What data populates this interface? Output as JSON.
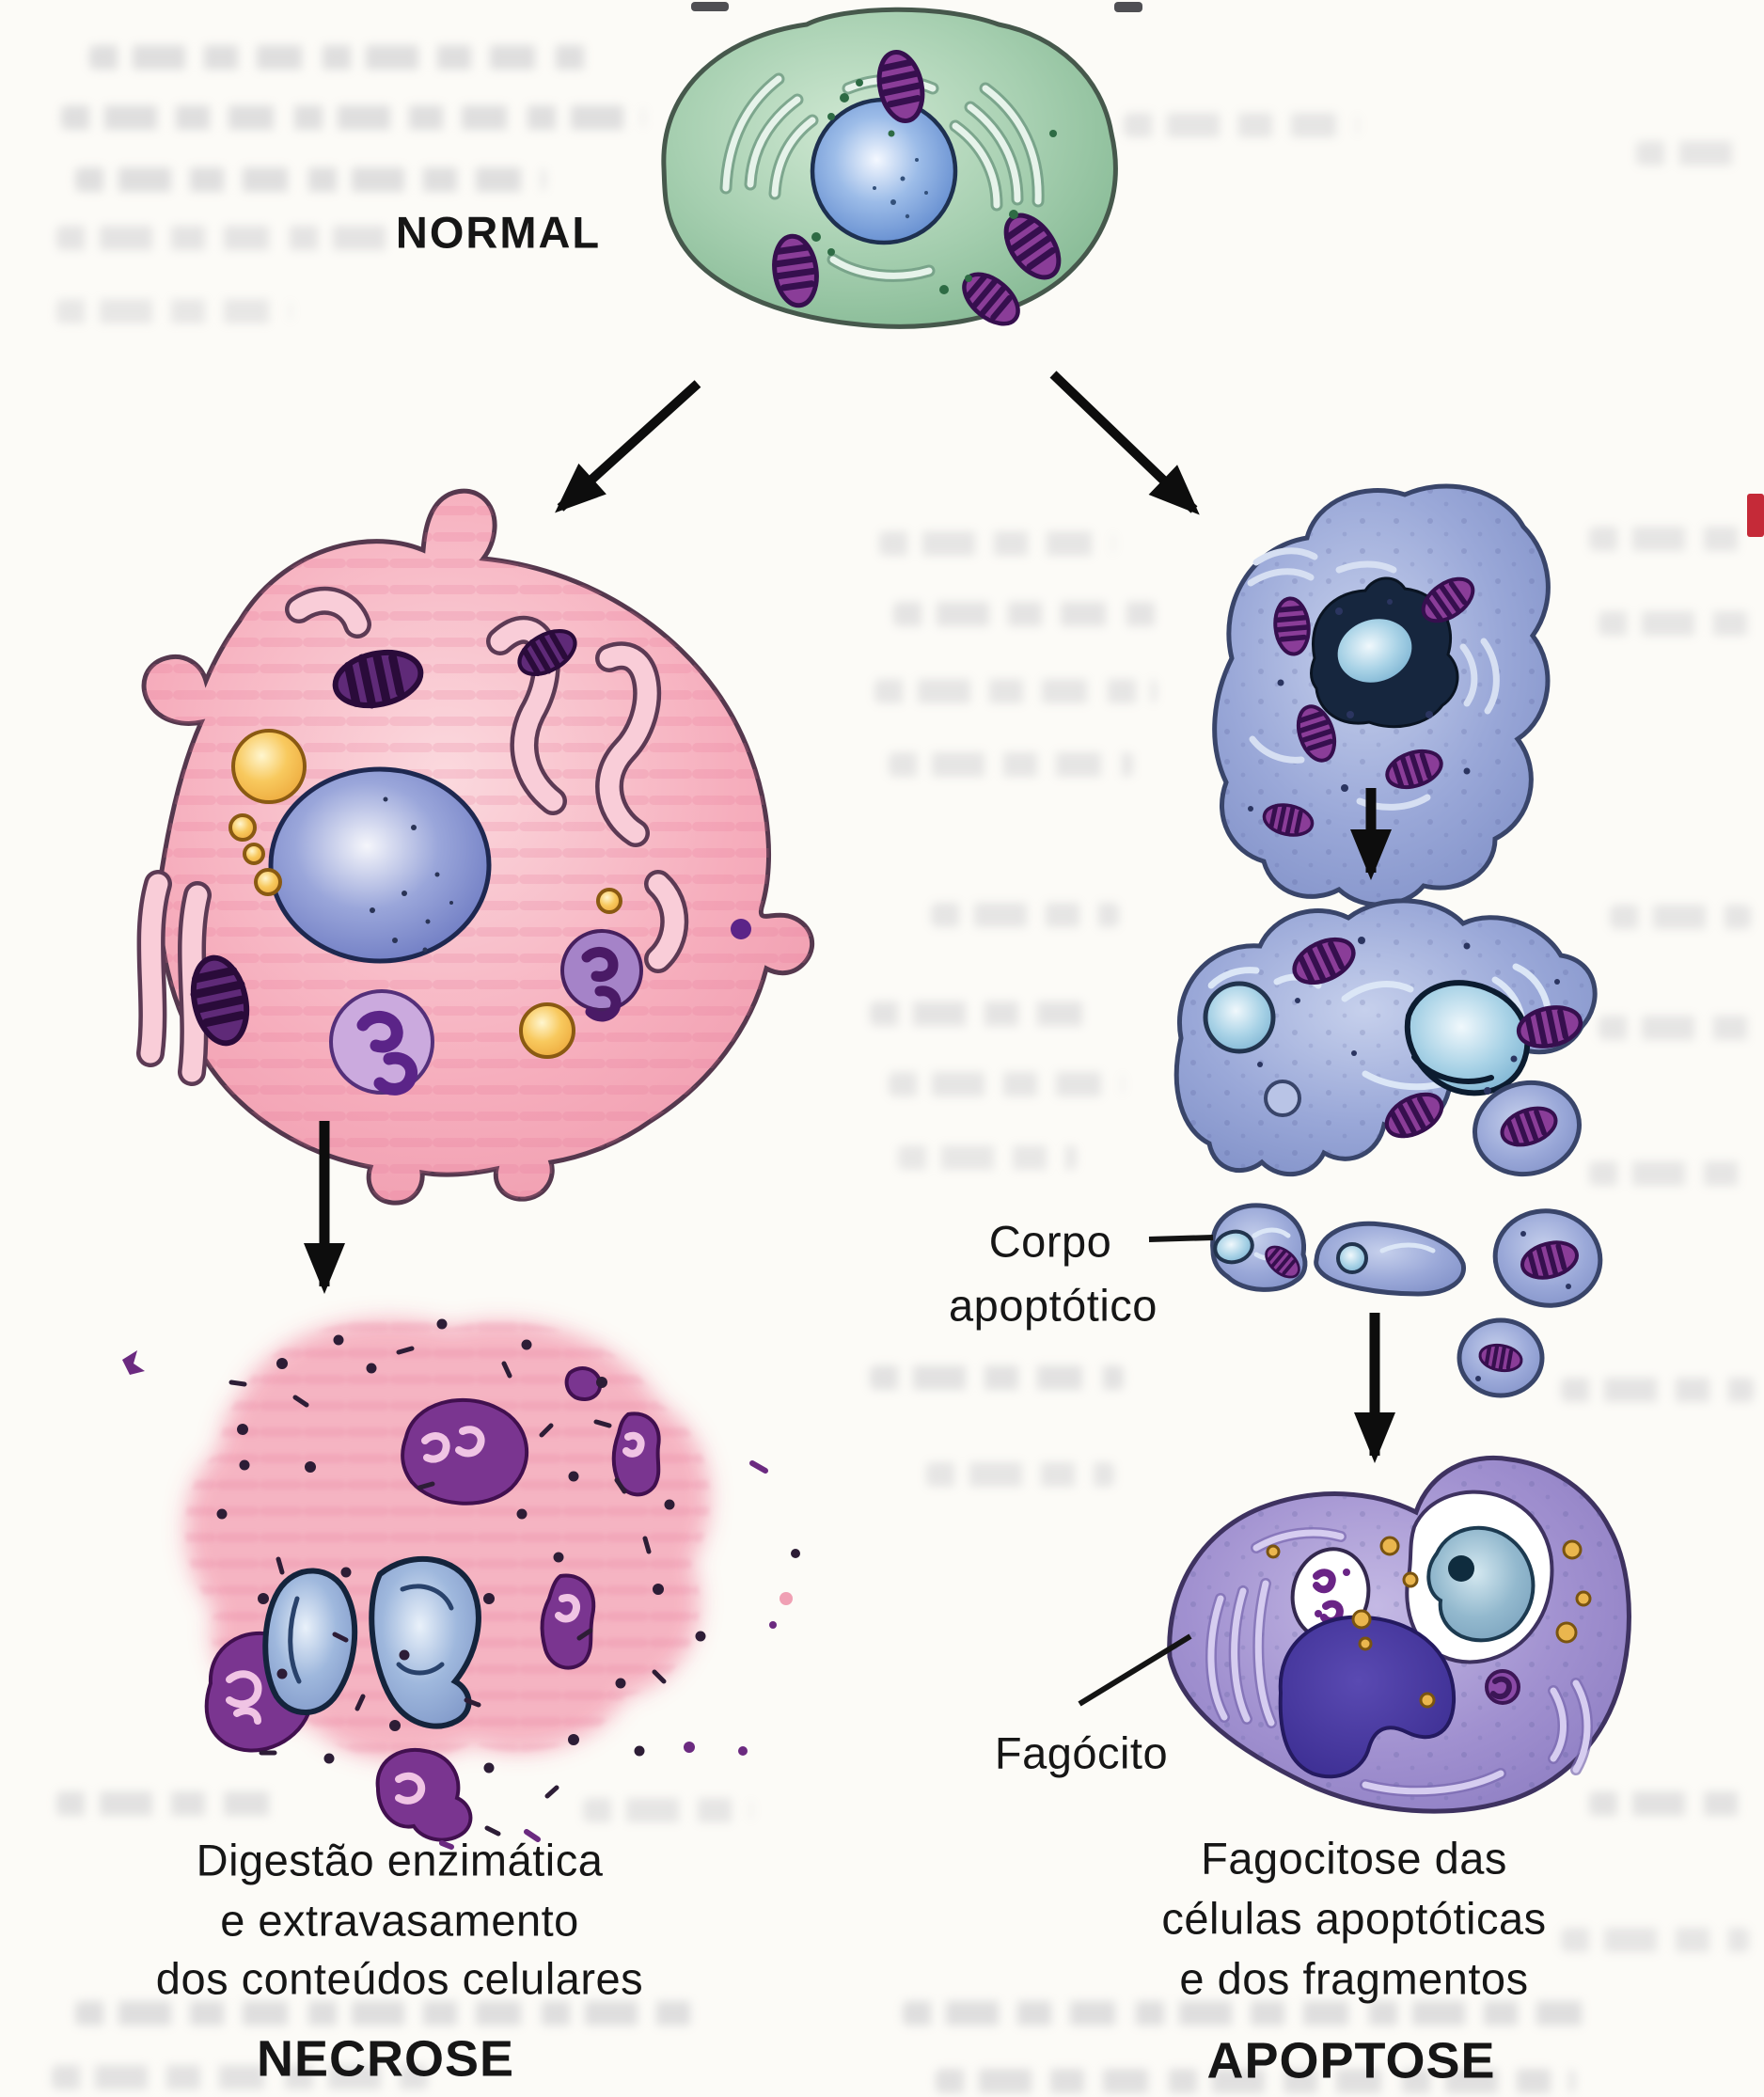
{
  "diagram": {
    "normal_label": "NORMAL",
    "left_branch": {
      "caption_lines": [
        "Digestão enzimática",
        "e extravasamento",
        "dos conteúdos celulares"
      ],
      "heading": "NECROSE"
    },
    "right_branch": {
      "apoptotic_body_label_line1": "Corpo",
      "apoptotic_body_label_line2": "apoptótico",
      "phagocyte_label": "Fagócito",
      "caption_lines": [
        "Fagocitose das",
        "células apoptóticas",
        "e dos fragmentos"
      ],
      "heading": "APOPTOSE"
    },
    "colors": {
      "normal_cell": "#a6cfb0",
      "necrotic_cell": "#f6aebd",
      "apoptotic_cell": "#9aa8d8",
      "phagocyte": "#a191d0",
      "nucleus_blue": "#5c86cc",
      "mitochondria": "#7b3a8a",
      "lipid_droplet": "#f2b84a",
      "arrow": "#0d0d0d",
      "label_text": "#161616"
    }
  }
}
